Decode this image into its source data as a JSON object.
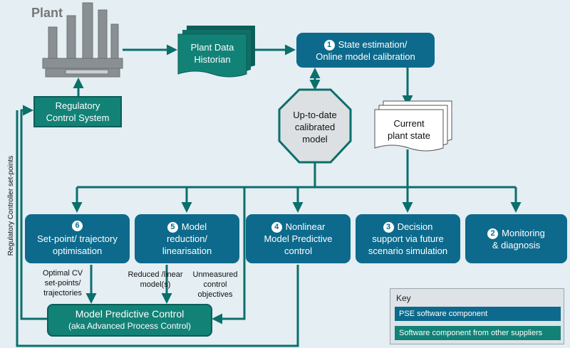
{
  "plant": {
    "label": "Plant"
  },
  "historian": {
    "line1": "Plant Data",
    "line2": "Historian"
  },
  "state_estimation": {
    "number": "1",
    "line1": "State estimation/",
    "line2": "Online model calibration"
  },
  "regulatory": {
    "line1": "Regulatory",
    "line2": "Control System"
  },
  "calibrated_model": {
    "line1": "Up-to-date",
    "line2": "calibrated",
    "line3": "model"
  },
  "current_state": {
    "line1": "Current",
    "line2": "plant state"
  },
  "setpoint_opt": {
    "number": "6",
    "line1": "Set-point/ trajectory",
    "line2": "optimisation"
  },
  "model_reduction": {
    "number": "5",
    "line1": "Model",
    "line2": "reduction/",
    "line3": "linearisation"
  },
  "nonlinear_mpc": {
    "number": "4",
    "line1": "Nonlinear",
    "line2": "Model Predictive",
    "line3": "control"
  },
  "decision_support": {
    "number": "3",
    "line1": "Decision",
    "line2": "support via future",
    "line3": "scenario simulation"
  },
  "monitoring": {
    "number": "2",
    "line1": "Monitoring",
    "line2": "& diagnosis"
  },
  "labels": {
    "optimal_cv": [
      "Optimal CV",
      "set-points/",
      "trajectories"
    ],
    "reduced_models": [
      "Reduced /linear",
      "model(s)"
    ],
    "unmeasured": [
      "Unmeasured",
      "control",
      "objectives"
    ],
    "vertical": "Regulatory Controller set-points"
  },
  "mpc": {
    "line1": "Model Predictive Control",
    "line2": "(aka Advanced Process Control)"
  },
  "key": {
    "title": "Key",
    "pse": "PSE software component",
    "other": "Software component from other suppliers"
  },
  "colors": {
    "pse": "#0d6a8c",
    "other": "#128277",
    "connector": "#0b6f6b",
    "background": "#e4eef3"
  }
}
